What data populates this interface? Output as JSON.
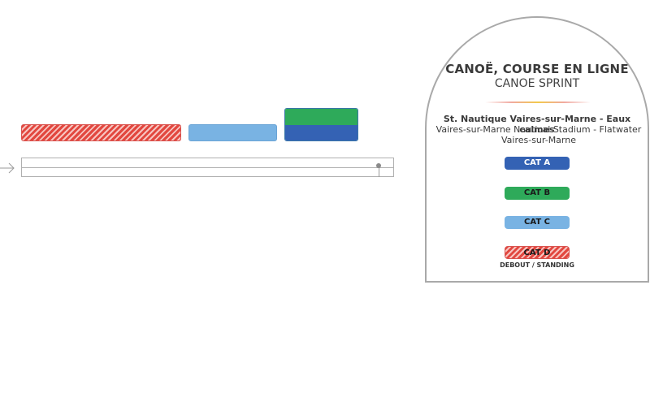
{
  "legend": {
    "title": "CANOË, COURSE EN LIGNE",
    "subtitle": "CANOE SPRINT",
    "venue_fr": "St. Nautique Vaires-sur-Marne - Eaux calmes",
    "venue_en": "Vaires-sur-Marne Nautical Stadium - Flatwater Vaires-sur-Marne",
    "categories": [
      {
        "label": "CAT A",
        "color": "#3462b4"
      },
      {
        "label": "CAT B",
        "color": "#2eaa5a"
      },
      {
        "label": "CAT C",
        "color": "#79b3e3"
      },
      {
        "label": "CAT D",
        "color": "#e2473f",
        "pattern": "hatched"
      }
    ],
    "standing_label": "DEBOUT / STANDING"
  },
  "map": {
    "sections": [
      {
        "category": "CAT D",
        "pattern": "hatched"
      },
      {
        "category": "CAT C"
      },
      {
        "category": "CAT B"
      },
      {
        "category": "CAT A"
      }
    ],
    "icons": [
      "arrow-right-icon"
    ]
  }
}
